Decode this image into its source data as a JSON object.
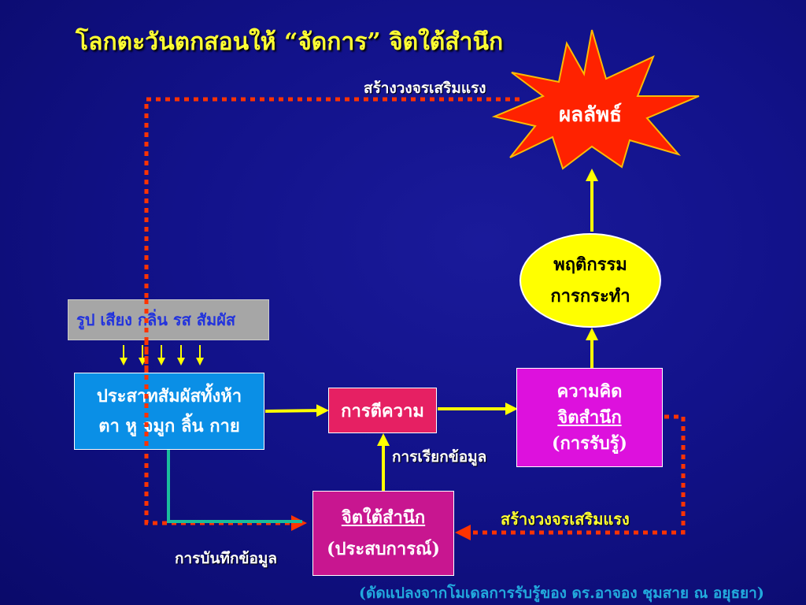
{
  "title": "โลกตะวันตกสอนให้ “จัดการ” จิตใต้สำนึก",
  "labels": {
    "reinforce_top": "สร้างวงจรเสริมแรง",
    "reinforce_bottom": "สร้างวงจรเสริมแรง",
    "recall": "การเรียกข้อมูล",
    "record": "การบันทึกข้อมูล"
  },
  "nodes": {
    "stimuli": "รูป เสียง กลิ่น รส สัมผัส",
    "senses_line1": "ประสาทสัมผัสทั้งห้า",
    "senses_line2": "ตา หู จมูก ลิ้น กาย",
    "interpretation": "การตีความ",
    "thinking_line1": "ความคิด",
    "thinking_line2": "จิตสำนึก",
    "thinking_line3": "(การรับรู้)",
    "subconscious_line1": "จิตใต้สำนึก",
    "subconscious_line2": "(ประสบการณ์)",
    "behavior_line1": "พฤติกรรม",
    "behavior_line2": "การกระทำ",
    "result": "ผลลัพธ์"
  },
  "footnote": "(ดัดแปลงจากโมเดลการรับรู้ของ ดร.อาจอง ชุมสาย ณ อยุธยา)",
  "colors": {
    "background": "#12128a",
    "title": "#ffff33",
    "dotted_line": "#ff3300",
    "arrow_yellow": "#ffff00",
    "arrow_teal": "#1abc9c",
    "burst": "#ff2200"
  }
}
